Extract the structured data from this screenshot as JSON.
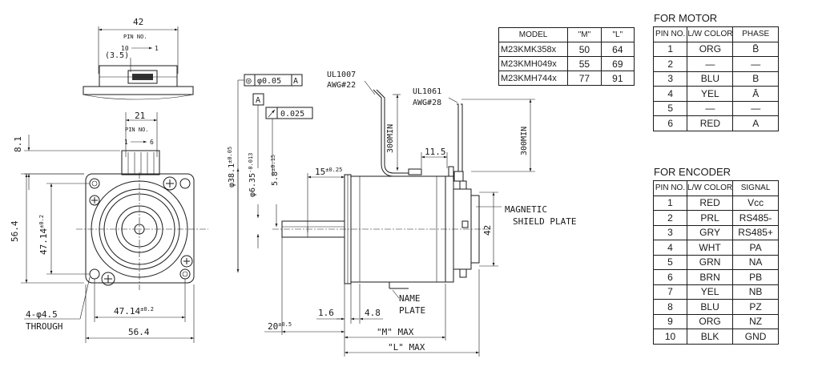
{
  "front_view": {
    "dim_width_top": "42",
    "pin_no_top": "PIN NO.",
    "pin_top_10": "10",
    "pin_top_1": "1",
    "dim_35": "(3.5)",
    "dim_21": "21",
    "pin_no_mid": "PIN NO.",
    "pin_mid_1": "1",
    "pin_mid_6": "6",
    "dim_81": "8.1",
    "dim_564_v": "56.4",
    "dim_4714_v": "47.14",
    "tol_4714_v": "±0.2",
    "dim_4714_h": "47.14",
    "tol_4714_h": "±0.2",
    "dim_564_h": "56.4",
    "hole_note_1": "4-φ4.5",
    "hole_note_2": "THROUGH"
  },
  "side_view": {
    "concentricity_sym": "◎",
    "concentricity_val": "φ0.05",
    "concentricity_ref": "A",
    "datum": "A",
    "runout_val": "0.025",
    "dim_381": "φ38.1",
    "tol_381": "±0.05",
    "dim_635": "φ6.35",
    "tol_635": "-0.013",
    "dim_58": "5.8",
    "tol_58": "±0.15",
    "dim_15": "15",
    "tol_15": "±0.25",
    "cable1_a": "UL1007",
    "cable1_b": "AWG#22",
    "cable2_a": "UL1061",
    "cable2_b": "AWG#28",
    "len_300_a": "300MIN",
    "len_300_b": "300MIN",
    "dim_115": "11.5",
    "magnetic_1": "MAGNETIC",
    "magnetic_2": "SHIELD PLATE",
    "dim_42": "42",
    "name_1": "NAME",
    "name_2": "PLATE",
    "dim_16": "1.6",
    "dim_48": "4.8",
    "dim_20": "20",
    "tol_20": "±0.5",
    "m_max": "\"M\" MAX",
    "l_max": "\"L\" MAX"
  },
  "model_table": {
    "headers": [
      "MODEL",
      "\"M\"",
      "\"L\""
    ],
    "rows": [
      [
        "M23KMK358x",
        "50",
        "64"
      ],
      [
        "M23KMH049x",
        "55",
        "69"
      ],
      [
        "M23KMH744x",
        "77",
        "91"
      ]
    ]
  },
  "motor_table": {
    "title": "FOR MOTOR",
    "headers": [
      "PIN NO.",
      "L/W COLOR",
      "PHASE"
    ],
    "rows": [
      [
        "1",
        "ORG",
        "B̄"
      ],
      [
        "2",
        "—",
        "—"
      ],
      [
        "3",
        "BLU",
        "B"
      ],
      [
        "4",
        "YEL",
        "Ā"
      ],
      [
        "5",
        "—",
        "—"
      ],
      [
        "6",
        "RED",
        "A"
      ]
    ]
  },
  "encoder_table": {
    "title": "FOR ENCODER",
    "headers": [
      "PIN NO.",
      "L/W COLOR",
      "SIGNAL"
    ],
    "rows": [
      [
        "1",
        "RED",
        "Vcc"
      ],
      [
        "2",
        "PRL",
        "RS485-"
      ],
      [
        "3",
        "GRY",
        "RS485+"
      ],
      [
        "4",
        "WHT",
        "PA"
      ],
      [
        "5",
        "GRN",
        "NA"
      ],
      [
        "6",
        "BRN",
        "PB"
      ],
      [
        "7",
        "YEL",
        "NB"
      ],
      [
        "8",
        "BLU",
        "PZ"
      ],
      [
        "9",
        "ORG",
        "NZ"
      ],
      [
        "10",
        "BLK",
        "GND"
      ]
    ]
  }
}
